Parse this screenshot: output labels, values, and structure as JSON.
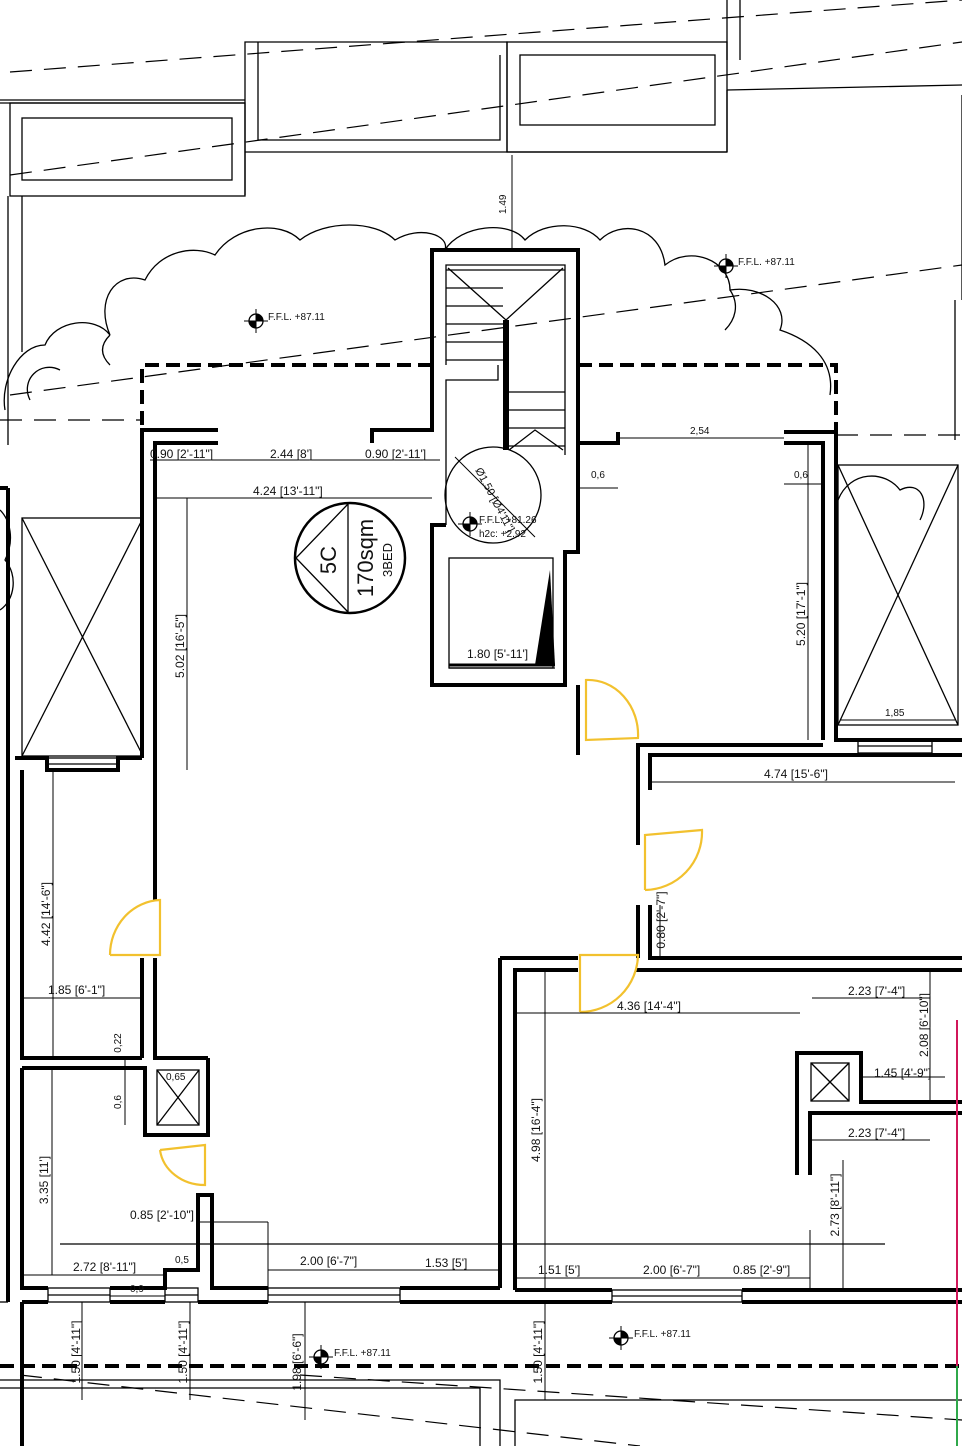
{
  "colors": {
    "door": "#f2c12e",
    "wall": "#000000",
    "edge_red": "#d1175a",
    "edge_green": "#2fa84a"
  },
  "unit": {
    "code": "5C",
    "area": "170sqm",
    "beds": "3BED"
  },
  "levels": [
    {
      "text": "F.F.L. +87.11"
    },
    {
      "text": "F.F.L. +87.11"
    },
    {
      "text": "F.F.L. +87.11"
    },
    {
      "text": "F.F.L. +87.11"
    }
  ],
  "stair": {
    "ffl": "F.F.L. +81.26",
    "h2c": "h2c: +2.92",
    "turn": "Ø1.50 [Ø4'11\"]",
    "clear": "1.49"
  },
  "icons": {
    "level_marker": "level-marker-icon",
    "shaft": "shaft-cross-icon",
    "door": "door-swing-icon",
    "unit_badge": "unit-badge-icon"
  },
  "dims": {
    "d1": "0.90 [2'-11\"]",
    "d2": "2.44 [8']",
    "d3": "0.90 [2'-11']",
    "d4": "4.24 [13'-11\"]",
    "d5": "5.02 [16'-5\"]",
    "d6": "1.80 [5'-11']",
    "d7": "2,54",
    "d8": "0,6",
    "d9": "0,6",
    "d10": "5.20 [17'-1\"]",
    "d11": "1,85",
    "d12": "4.74 [15'-6\"]",
    "d13": "4.42 [14'-6\"]",
    "d14": "1.85 [6'-1\"]",
    "d15": "0,22",
    "d16": "0,65",
    "d17": "0,6",
    "d18": "3.35 [11']",
    "d19": "0.85 [2'-10\"]",
    "d20": "2.72 [8'-11\"]",
    "d21": "0,5",
    "d22": "0,9",
    "d23": "2.00 [6'-7\"]",
    "d24": "1.53 [5']",
    "d25": "0.80 [2'-7\"]",
    "d26": "4.36 [14'-4\"]",
    "d27": "2.23 [7'-4\"]",
    "d28": "2.08 [6'-10\"]",
    "d29": "1.45 [4'-9\"]",
    "d30": "2.23 [7'-4\"]",
    "d31": "4.98 [16'-4\"]",
    "d32": "2.73 [8'-11\"]",
    "d33": "1.51 [5']",
    "d34": "2.00 [6'-7\"]",
    "d35": "0.85 [2'-9\"]",
    "d36": "1.50 [4'-11\"]",
    "d37": "1.50 [4'-11\"]",
    "d38": "1.98 [6'-6\"]",
    "d39": "1.50 [4'-11\"]",
    "d40": "1.49"
  }
}
